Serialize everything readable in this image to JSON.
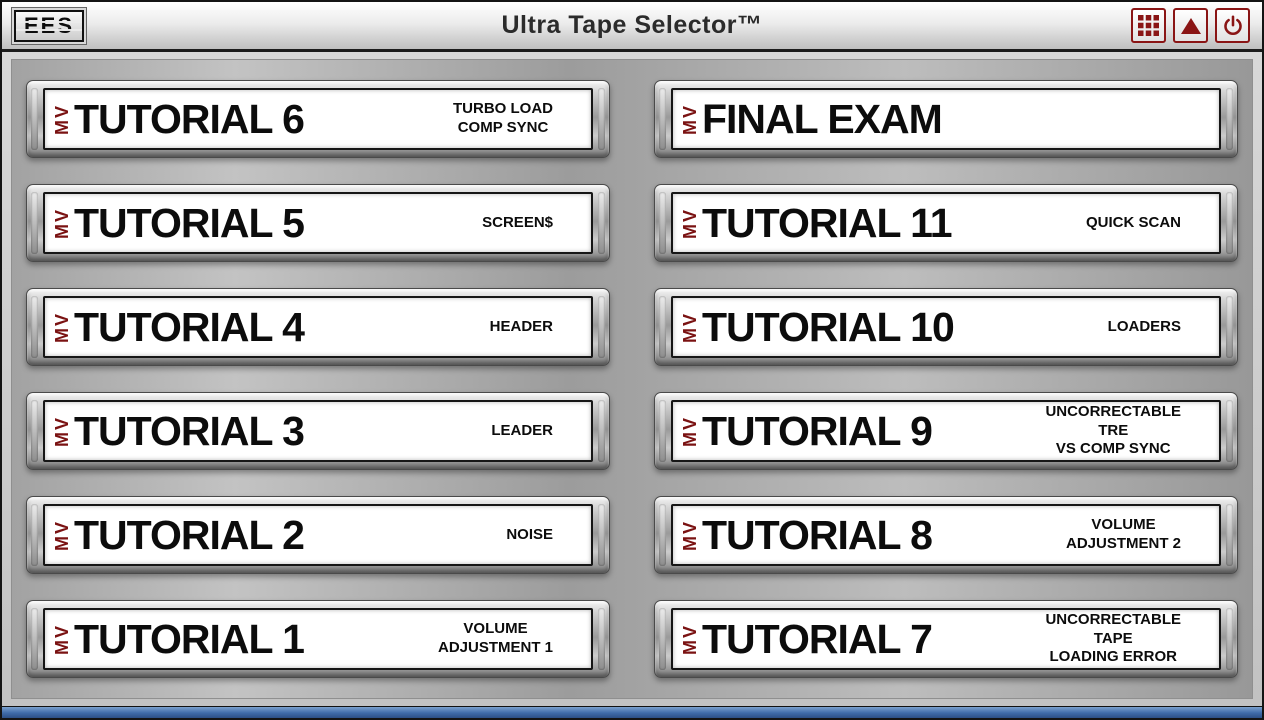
{
  "header": {
    "logo": "EES",
    "title": "Ultra Tape Selector™",
    "buttons": [
      {
        "label": "grid",
        "icon": "grid-icon"
      },
      {
        "label": "eject",
        "icon": "eject-icon"
      },
      {
        "label": "power",
        "icon": "power-icon"
      }
    ]
  },
  "colors": {
    "accent_red": "#8a1515",
    "bottom_bar_blue": "#3f6ba8",
    "panel_gray": "#a8a8a8"
  },
  "tapes": {
    "logo": "MV",
    "left": [
      {
        "title": "TUTORIAL 6",
        "subtitle": "TURBO LOAD\nCOMP SYNC"
      },
      {
        "title": "TUTORIAL 5",
        "subtitle": "SCREEN$"
      },
      {
        "title": "TUTORIAL 4",
        "subtitle": "HEADER"
      },
      {
        "title": "TUTORIAL 3",
        "subtitle": "LEADER"
      },
      {
        "title": "TUTORIAL 2",
        "subtitle": "NOISE"
      },
      {
        "title": "TUTORIAL 1",
        "subtitle": "VOLUME\nADJUSTMENT 1"
      }
    ],
    "right": [
      {
        "title": "FINAL EXAM",
        "subtitle": ""
      },
      {
        "title": "TUTORIAL 11",
        "subtitle": "QUICK SCAN"
      },
      {
        "title": "TUTORIAL 10",
        "subtitle": "LOADERS"
      },
      {
        "title": "TUTORIAL 9",
        "subtitle": "UNCORRECTABLE\nTRE\nVS COMP SYNC"
      },
      {
        "title": "TUTORIAL 8",
        "subtitle": "VOLUME\nADJUSTMENT 2"
      },
      {
        "title": "TUTORIAL 7",
        "subtitle": "UNCORRECTABLE\nTAPE\nLOADING ERROR"
      }
    ]
  }
}
